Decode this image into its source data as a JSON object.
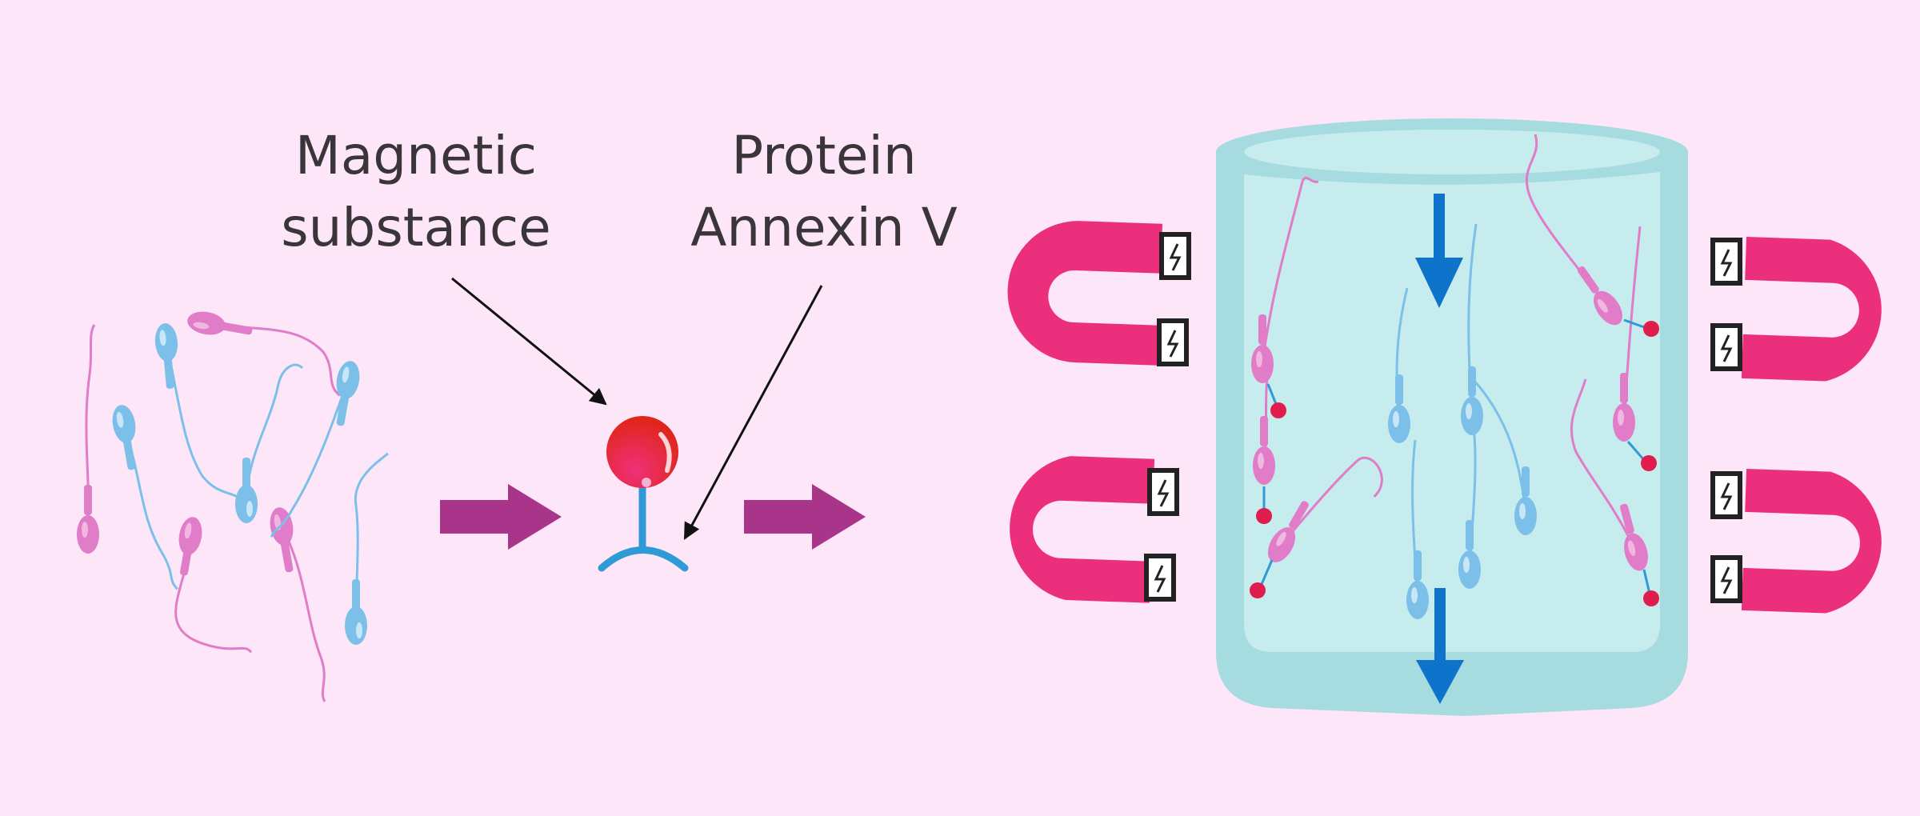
{
  "labels": {
    "magnetic": {
      "line1": "Magnetic",
      "line2": "substance"
    },
    "protein": {
      "line1": "Protein",
      "line2": "Annexin V"
    }
  },
  "colors": {
    "background": "#fde6f8",
    "pink_sperm": "#e07cc8",
    "blue_sperm": "#7cc0ea",
    "process_arrow": "#a8358a",
    "magnet": "#ec2f7c",
    "bead": "#e01e4e",
    "antibody": "#2e9ad6",
    "column": "#a6dbe0",
    "column_inner": "#c6ecee",
    "flow_arrow": "#0d73cb"
  },
  "icons": [
    "sperm-cell-icon",
    "magnet-icon",
    "magnetic-bead-icon",
    "annexin-v-receptor-icon",
    "flow-arrow-icon",
    "process-arrow-icon"
  ]
}
